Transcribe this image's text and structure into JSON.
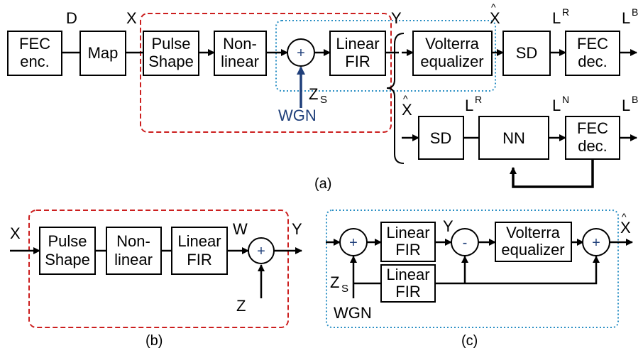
{
  "colors": {
    "red_dash": "#cc1f1f",
    "blue_dot": "#2a8fc4",
    "wgn_blue": "#1f3f7a"
  },
  "a": {
    "blocks": {
      "fec_enc": [
        "FEC",
        "enc."
      ],
      "map": "Map",
      "pulse": [
        "Pulse",
        "Shape"
      ],
      "nonlin": [
        "Non-",
        "linear"
      ],
      "fir": [
        "Linear",
        "FIR"
      ],
      "volterra": [
        "Volterra",
        "equalizer"
      ],
      "sd1": "SD",
      "fec_dec1": [
        "FEC",
        "dec."
      ],
      "sd2": "SD",
      "nn": "NN",
      "fec_dec2": [
        "FEC",
        "dec."
      ]
    },
    "signals": {
      "D": "D",
      "X": "X",
      "Y": "Y",
      "Xhat": "X",
      "L": "L",
      "B": "B",
      "R": "R",
      "N": "N",
      "Z": "Z",
      "S": "S",
      "wgn": "WGN"
    },
    "plus": "+",
    "caption": "(a)"
  },
  "b": {
    "blocks": {
      "pulse": [
        "Pulse",
        "Shape"
      ],
      "nonlin": [
        "Non-",
        "linear"
      ],
      "fir": [
        "Linear",
        "FIR"
      ]
    },
    "signals": {
      "X": "X",
      "W": "W",
      "Y": "Y",
      "Z": "Z"
    },
    "plus": "+",
    "caption": "(b)"
  },
  "c": {
    "blocks": {
      "fir1": [
        "Linear",
        "FIR"
      ],
      "fir2": [
        "Linear",
        "FIR"
      ],
      "volterra": [
        "Volterra",
        "equalizer"
      ]
    },
    "signals": {
      "Y": "Y",
      "Xhat": "X",
      "Z": "Z",
      "S": "S",
      "wgn": "WGN"
    },
    "plus": "+",
    "minus": "-",
    "caption": "(c)"
  }
}
